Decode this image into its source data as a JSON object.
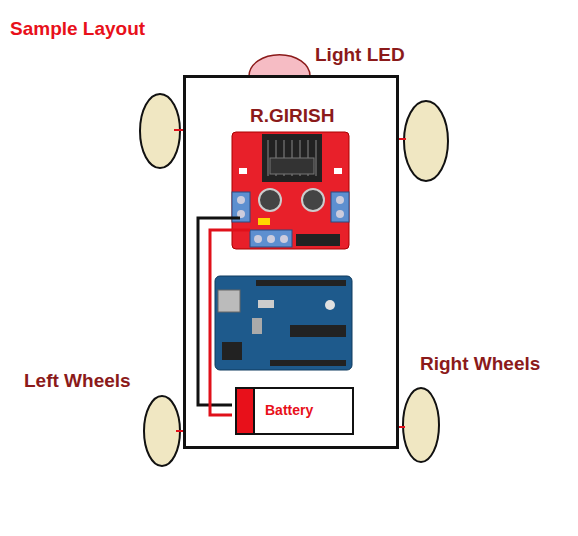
{
  "diagram": {
    "title": "Sample Layout",
    "nodes": [
      {
        "text": [
          "R.GIRISH"
        ]
      },
      {
        "text": [
          "Battery"
        ],
        "in": 0
      }
    ],
    "labels": [
      "Light LED",
      "Left Wheels",
      "Right Wheels"
    ]
  }
}
